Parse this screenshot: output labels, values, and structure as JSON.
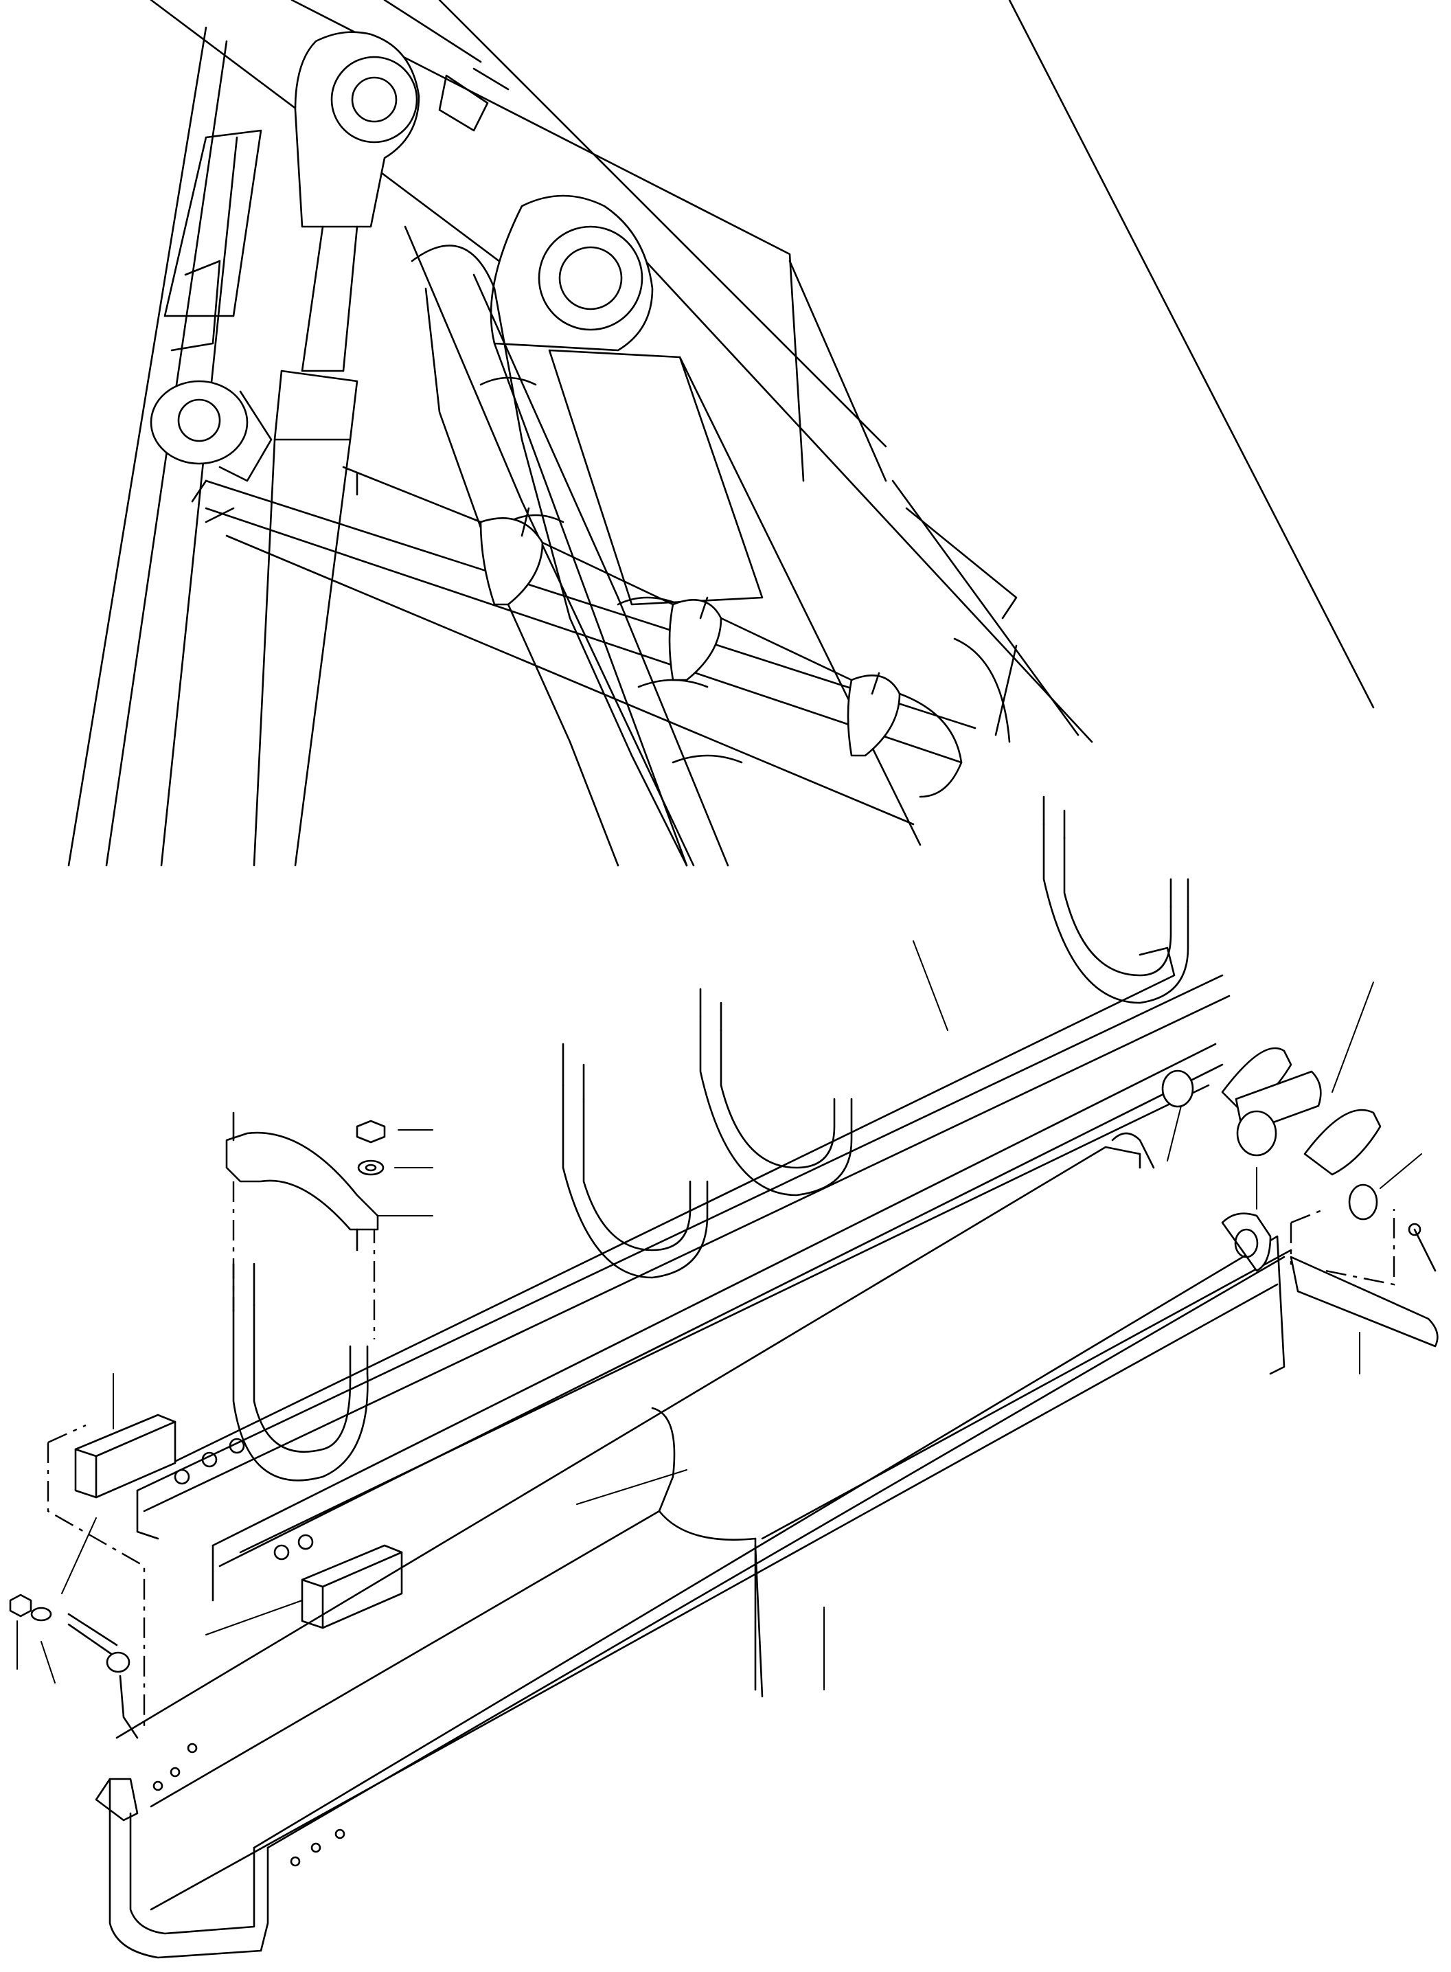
{
  "diagram": {
    "kind": "exploded-parts-diagram",
    "line_color": "#000000",
    "background_color": "#ffffff",
    "views": [
      {
        "name": "assembled-view",
        "position": "top"
      },
      {
        "name": "exploded-view",
        "position": "bottom"
      }
    ]
  }
}
